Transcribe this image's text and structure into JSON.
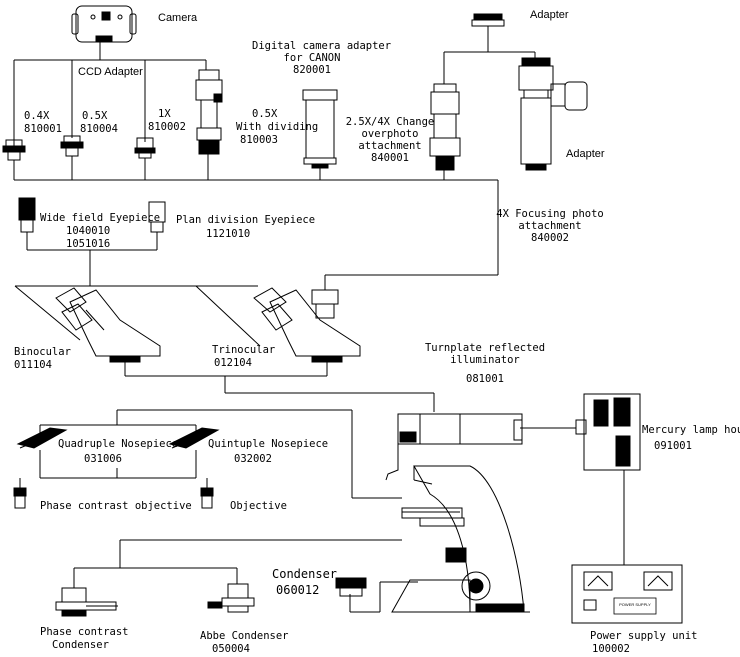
{
  "labels": {
    "camera": "Camera",
    "ccd_adapter": "CCD Adapter",
    "adapter_04x_name": "0.4X",
    "adapter_04x_code": "810001",
    "adapter_05x_name": "0.5X",
    "adapter_05x_code": "810004",
    "adapter_1x_name": "1X",
    "adapter_1x_code": "810002",
    "adapter_05x_div_name": "0.5X",
    "adapter_05x_div_sub": "With dividing",
    "adapter_05x_div_code": "810003",
    "digital_adapter_line1": "Digital camera adapter",
    "digital_adapter_line2": "for CANON",
    "digital_adapter_code": "820001",
    "change_line1": "2.5X/4X Change",
    "change_line2": "overphoto",
    "change_line3": "attachment",
    "change_code": "840001",
    "adapter_top": "Adapter",
    "adapter_right": "Adapter",
    "focusing_line1": "4X Focusing photo",
    "focusing_line2": "attachment",
    "focusing_code": "840002",
    "wide_eyepiece": "Wide field Eyepiece",
    "wide_eyepiece_code1": "1040010",
    "wide_eyepiece_code2": "1051016",
    "plan_eyepiece": "Plan division Eyepiece",
    "plan_eyepiece_code": "1121010",
    "binocular": "Binocular",
    "binocular_code": "011104",
    "trinocular": "Trinocular",
    "trinocular_code": "012104",
    "turnplate_line1": "Turnplate reflected",
    "turnplate_line2": "illuminator",
    "turnplate_code": "081001",
    "quadruple": "Quadruple Nosepiece",
    "quadruple_code": "031006",
    "quintuple": "Quintuple Nosepiece",
    "quintuple_code": "032002",
    "phase_objective": "Phase contrast objective",
    "objective": "Objective",
    "mercury": "Mercury lamp house",
    "mercury_code": "091001",
    "condenser": "Condenser",
    "condenser_code": "060012",
    "phase_condenser_line1": "Phase contrast",
    "phase_condenser_line2": "Condenser",
    "abbe": "Abbe Condenser",
    "abbe_code": "050004",
    "power_supply": "Power supply unit",
    "power_supply_code": "100002",
    "power_panel_text": "POWER SUPPLY"
  }
}
